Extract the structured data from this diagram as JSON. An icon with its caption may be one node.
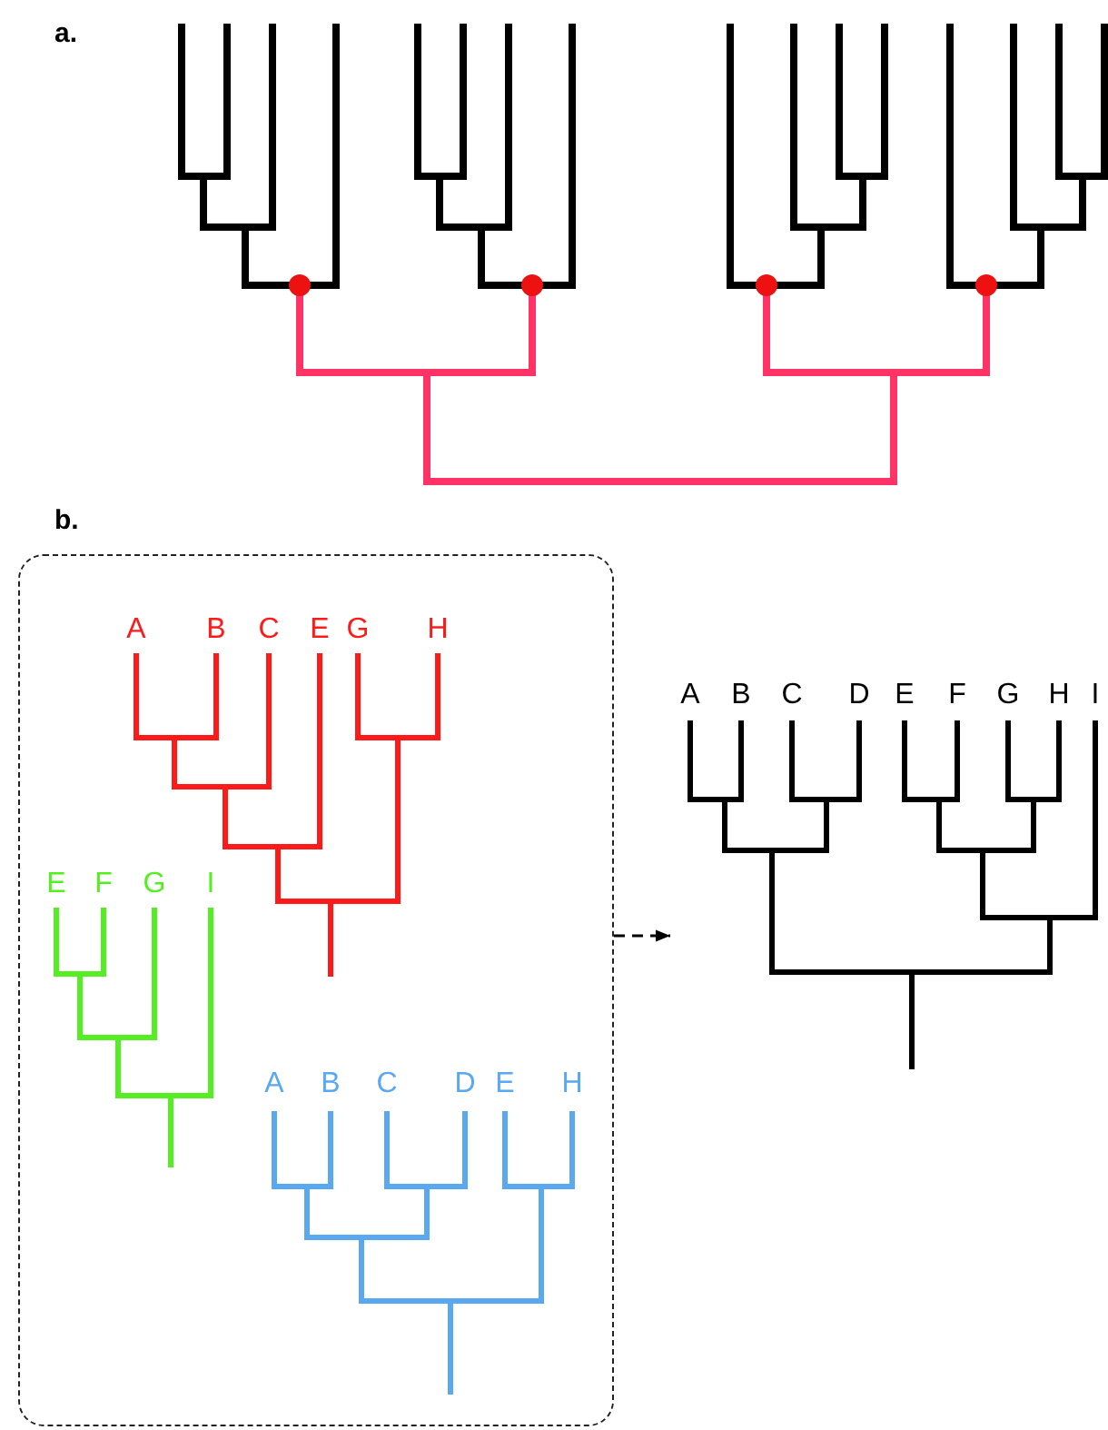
{
  "diagram": {
    "nodes": [
      {
        "text": [],
        "shape": "box"
      },
      {
        "text": [
          "A",
          "B",
          "C",
          "E",
          "G",
          "H"
        ],
        "in": 0
      },
      {
        "text": [
          "E",
          "F",
          "G",
          "I"
        ],
        "in": 0
      },
      {
        "text": [
          "A",
          "B",
          "C",
          "D",
          "E",
          "H"
        ],
        "in": 0
      },
      {
        "text": [
          "A",
          "B",
          "C",
          "D",
          "E",
          "F",
          "G",
          "H",
          "I"
        ]
      }
    ],
    "edges": [
      {
        "from": 0,
        "to": 4,
        "arrow": "to",
        "style": "dashed"
      }
    ],
    "labels": [
      "a.",
      "b."
    ]
  }
}
